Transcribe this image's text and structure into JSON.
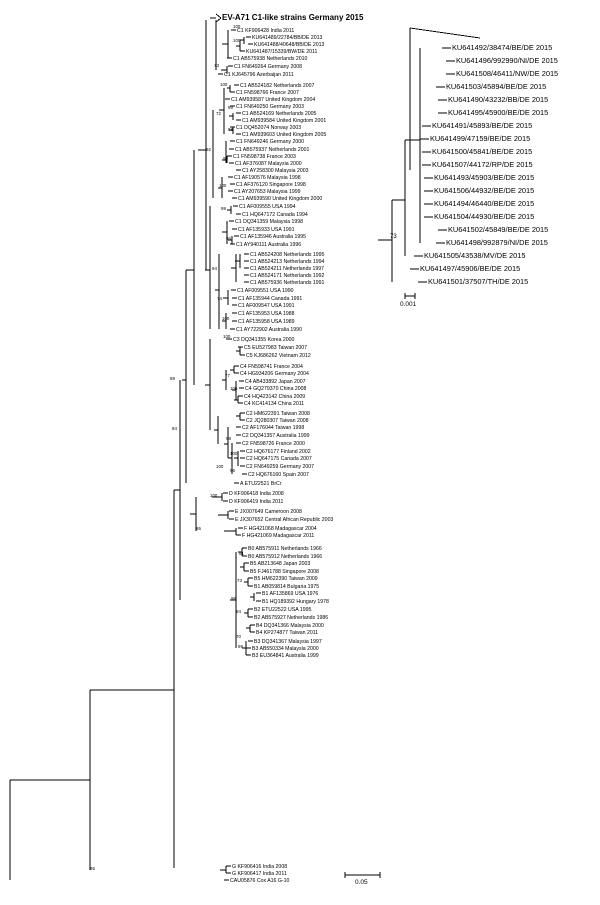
{
  "title": "EV-A71 C1-like strains Germany 2015",
  "main_scale_label": "0.05",
  "inset_scale_label": "0.001",
  "main_leaves": [
    "C1 KF906428 India 2011",
    "KU641489/22784/BB/DE 2013",
    "KU641488/40648/BB/DE 2013",
    "KU641487/15339/BW/DE 2011",
    "C1 AB575938 Netherlands 2010",
    "C1 FN649264 Germany 2008",
    "C1 KJ645796 Azerbaijan 2011",
    "C1 AB524182 Netherlands 2007",
    "C1 FN598766 France 2007",
    "C1 AM939587 United Kingdom 2004",
    "C1 FN649250 Germany 2003",
    "C1 AB524169 Netherlands 2005",
    "C1 AM939584 United Kingdom 2001",
    "C1 DQ452074 Norway 2003",
    "C1 AM939603 United Kingdom 2005",
    "C1 FN649246 Germany 2000",
    "C1 AB575937 Netherlands 2001",
    "C1 FN598738 France 2003",
    "C1 AF376087 Malaysia 2000",
    "C1 AY258300 Malaysia 2003",
    "C1 AF190576 Malaysia 1998",
    "C1 AF376120 Singapore 1998",
    "C1 AY207653 Malaysia 1999",
    "C1 AM939590 United Kingdom 2000",
    "C1 AF009555 USA 1994",
    "C1 HQ647172 Canada 1994",
    "C1 DQ341359 Malaysia 1998",
    "C1 AF135933 USA 1991",
    "C1 AF135946 Australia 1995",
    "C1 AY940111 Australia 1996",
    "C1 AB524208 Netherlands 1995",
    "C1 AB524213 Netherlands 1994",
    "C1 AB524211 Netherlands 1997",
    "C1 AB524171 Netherlands 1992",
    "C1 AB575936 Netherlands 1991",
    "C1 AF009551 USA 1990",
    "C1 AF135944 Canada 1991",
    "C1 AF009547 USA 1991",
    "C1 AF135953 USA 1988",
    "C1 AF135958 USA 1989",
    "C1 AY722902 Australia 1990",
    "C3 DQ341355 Korea 2000",
    "C5 EU527983 Taiwan 2007",
    "C5 KJ686262 Vietnam 2012",
    "C4 FN598741 France 2004",
    "C4 HG934206 Germany 2004",
    "C4 AB433892 Japan 2007",
    "C4 GQ279370 China 2008",
    "C4 HQ423142 China 2009",
    "C4 KC414134 China 2011",
    "C2 HM622391 Taiwan 2008",
    "C2 JQ280307 Taiwan 2008",
    "C2 AF176044 Taiwan 1998",
    "C2 DQ341357 Australia 1999",
    "C2 FN598726 France 2000",
    "C2 HQ676177 Finland 2002",
    "C2 HQ647175 Canada 2007",
    "C2 FN649259 Germany 2007",
    "C2 HQ676160 Spain 2007",
    "A ETU22521 BrCr",
    "D KF906418 India 2008",
    "D KF906419 India 2011",
    "E JX007649 Cameroon 2008",
    "E JX307652 Central African Republic 2003",
    "F HG421068 Madagascar 2004",
    "F HG421069 Madagascar 2011",
    "B0 AB575911 Netherlands 1966",
    "B0 AB575912 Netherlands 1966",
    "B5 AB213648 Japan 2003",
    "B5 FJ461788 Singapore 2008",
    "B5 HM622390 Taiwan 2009",
    "B1 AB059814 Bulgaria 1975",
    "B1 AF135869 USA 1976",
    "B1 HQ189392 Hungary 1978",
    "B2 ETU22522 USA 1995",
    "B2 AB575927 Netherlands 1986",
    "B4 DQ341366 Malaysia 2000",
    "B4 KP274877 Taiwan 2011",
    "B3 DQ341367 Malaysia 1997",
    "B3 AB550334 Malaysia 2000",
    "B3 EU364841 Australia 1999",
    "G KF906416 India 2008",
    "G KF906417 India 2011",
    "CAU05876 Cox A16 G-10"
  ],
  "inset_leaves": [
    "KU641492/38474/BE/DE 2015",
    "KU641496/992990/NI/DE 2015",
    "KU641508/46411/NW/DE 2015",
    "KU641503/45894/BE/DE 2015",
    "KU641490/43232/BB/DE 2015",
    "KU641495/45900/BE/DE 2015",
    "KU641491/45893/BE/DE 2015",
    "KU641499/47159/BE/DE 2015",
    "KU641500/45841/BE/DE 2015",
    "KU641507/44172/RP/DE 2015",
    "KU641493/45903/BE/DE 2015",
    "KU641506/44932/BE/DE 2015",
    "KU641494/46440/BE/DE 2015",
    "KU641504/44930/BE/DE 2015",
    "KU641502/45849/BE/DE 2015",
    "KU641498/992879/NI/DE 2015",
    "KU641505/43538/MV/DE 2015",
    "KU641497/45906/BE/DE 2015",
    "KU641501/37507/TH/DE 2015"
  ],
  "bootstrap_labels": [
    "100",
    "100",
    "73",
    "100",
    "99",
    "72",
    "93",
    "92",
    "99",
    "100",
    "99",
    "94",
    "96",
    "74",
    "100",
    "100",
    "77",
    "100",
    "88",
    "84",
    "98",
    "100",
    "96",
    "100",
    "100",
    "86",
    "81",
    "96",
    "73",
    "94",
    "70",
    "99",
    "95",
    "73"
  ]
}
